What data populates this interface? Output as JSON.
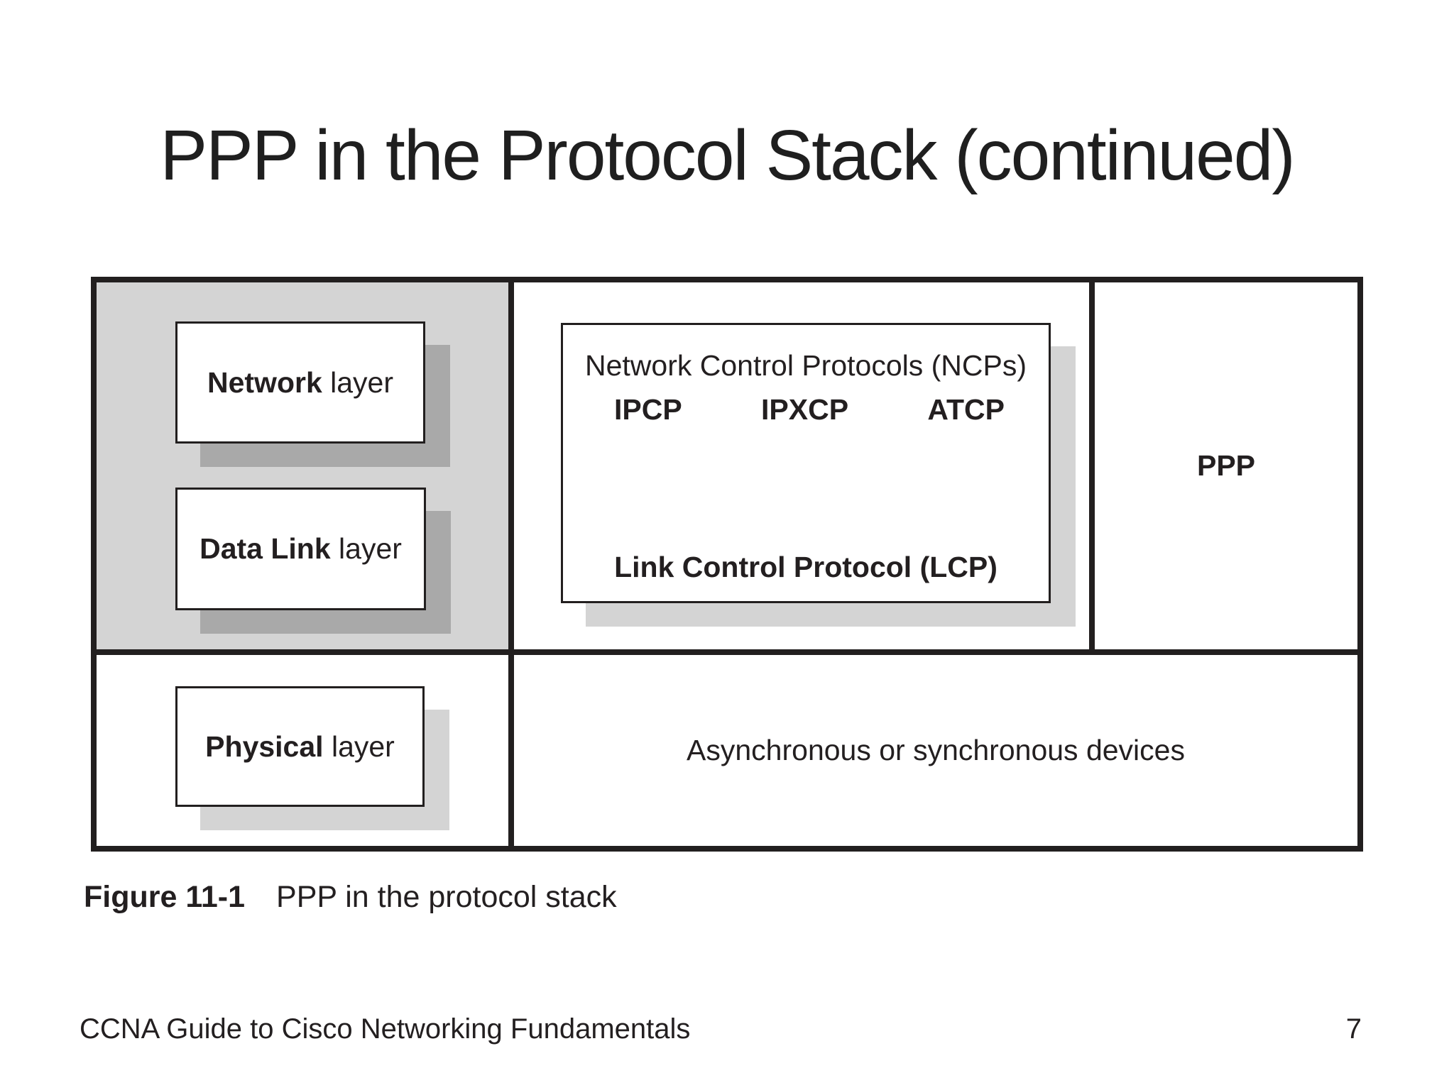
{
  "slide": {
    "title": "PPP in the Protocol Stack (continued)",
    "caption": {
      "label": "Figure 11-1",
      "text": "PPP in the protocol stack"
    },
    "footer": {
      "left": "CCNA Guide to Cisco Networking Fundamentals",
      "page": "7"
    }
  },
  "diagram": {
    "layers": {
      "network": {
        "bold": "Network",
        "rest": " layer"
      },
      "datalink": {
        "bold": "Data Link",
        "rest": " layer"
      },
      "physical": {
        "bold": "Physical",
        "rest": " layer"
      }
    },
    "ncp": {
      "title": "Network Control Protocols (NCPs)",
      "protocols": [
        "IPCP",
        "IPXCP",
        "ATCP"
      ],
      "lcp": "Link Control Protocol (LCP)"
    },
    "ppp": "PPP",
    "devices": "Asynchronous or synchronous devices",
    "colors": {
      "cell_gray": "#d4d4d4",
      "shadow_on_gray": "#a9a9a9",
      "shadow_on_white": "#d4d4d4",
      "border": "#221f1f",
      "text": "#231f20"
    }
  }
}
